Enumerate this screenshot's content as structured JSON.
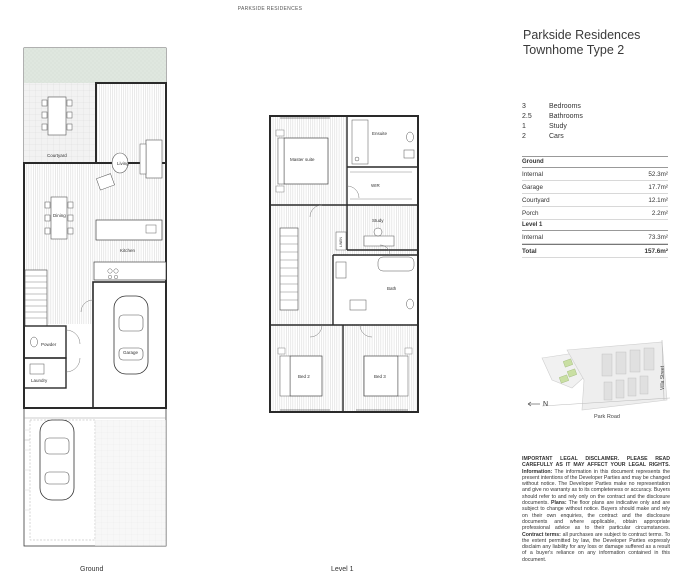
{
  "header": "PARKSIDE RESIDENCES",
  "title_line1": "Parkside Residences",
  "title_line2": "Townhome Type 2",
  "specs": [
    {
      "n": "3",
      "label": "Bedrooms"
    },
    {
      "n": "2.5",
      "label": "Bathrooms"
    },
    {
      "n": "1",
      "label": "Study"
    },
    {
      "n": "2",
      "label": "Cars"
    }
  ],
  "areas": {
    "ground_head": "Ground",
    "ground": [
      {
        "label": "Internal",
        "value": "52.3m²"
      },
      {
        "label": "Garage",
        "value": "17.7m²"
      },
      {
        "label": "Courtyard",
        "value": "12.1m²"
      },
      {
        "label": "Porch",
        "value": "2.2m²"
      }
    ],
    "level1_head": "Level 1",
    "level1": [
      {
        "label": "Internal",
        "value": "73.3m²"
      }
    ],
    "total_label": "Total",
    "total_value": "157.6m²"
  },
  "ground_rooms": {
    "courtyard": "Courtyard",
    "living": "Living",
    "dining": "Dining",
    "kitchen": "Kitchen",
    "garage": "Garage",
    "powder": "Powder",
    "laundry": "Laundry"
  },
  "level1_rooms": {
    "master": "Master suite",
    "ensuite": "Ensuite",
    "wir": "WIR",
    "study": "Study",
    "linen": "LINEN",
    "bath": "Bath",
    "bed2": "Bed 2",
    "bed3": "Bed 3"
  },
  "map": {
    "street": "Villa Street",
    "road": "Park Road",
    "north": "N"
  },
  "captions": {
    "ground": "Ground",
    "level1": "Level 1"
  },
  "disclaimer": {
    "lead": "IMPORTANT LEGAL DISCLAIMER. PLEASE READ CAREFULLY AS IT MAY AFFECT YOUR LEGAL RIGHTS. Information:",
    "p1": "The information in this document represents the present intentions of the Developer Parties and may be changed without notice. The Developer Parties make no representation and give no warranty as to its completeness or accuracy. Buyers should refer to and rely only on the contract and the disclosure documents.",
    "plans_label": "Plans:",
    "p2": "The floor plans are indicative only and are subject to change without notice. Buyers should make and rely on their own enquiries, the contract and the disclosure documents and where applicable, obtain appropriate professional advice as to their particular circumstances.",
    "contract_label": "Contract terms:",
    "p3": "all purchases are subject to contract terms. To the extent permitted by law, the Developer Parties expressly disclaim any liability for any loss or damage suffered as a result of a buyer's reliance on any information contained in this document."
  }
}
